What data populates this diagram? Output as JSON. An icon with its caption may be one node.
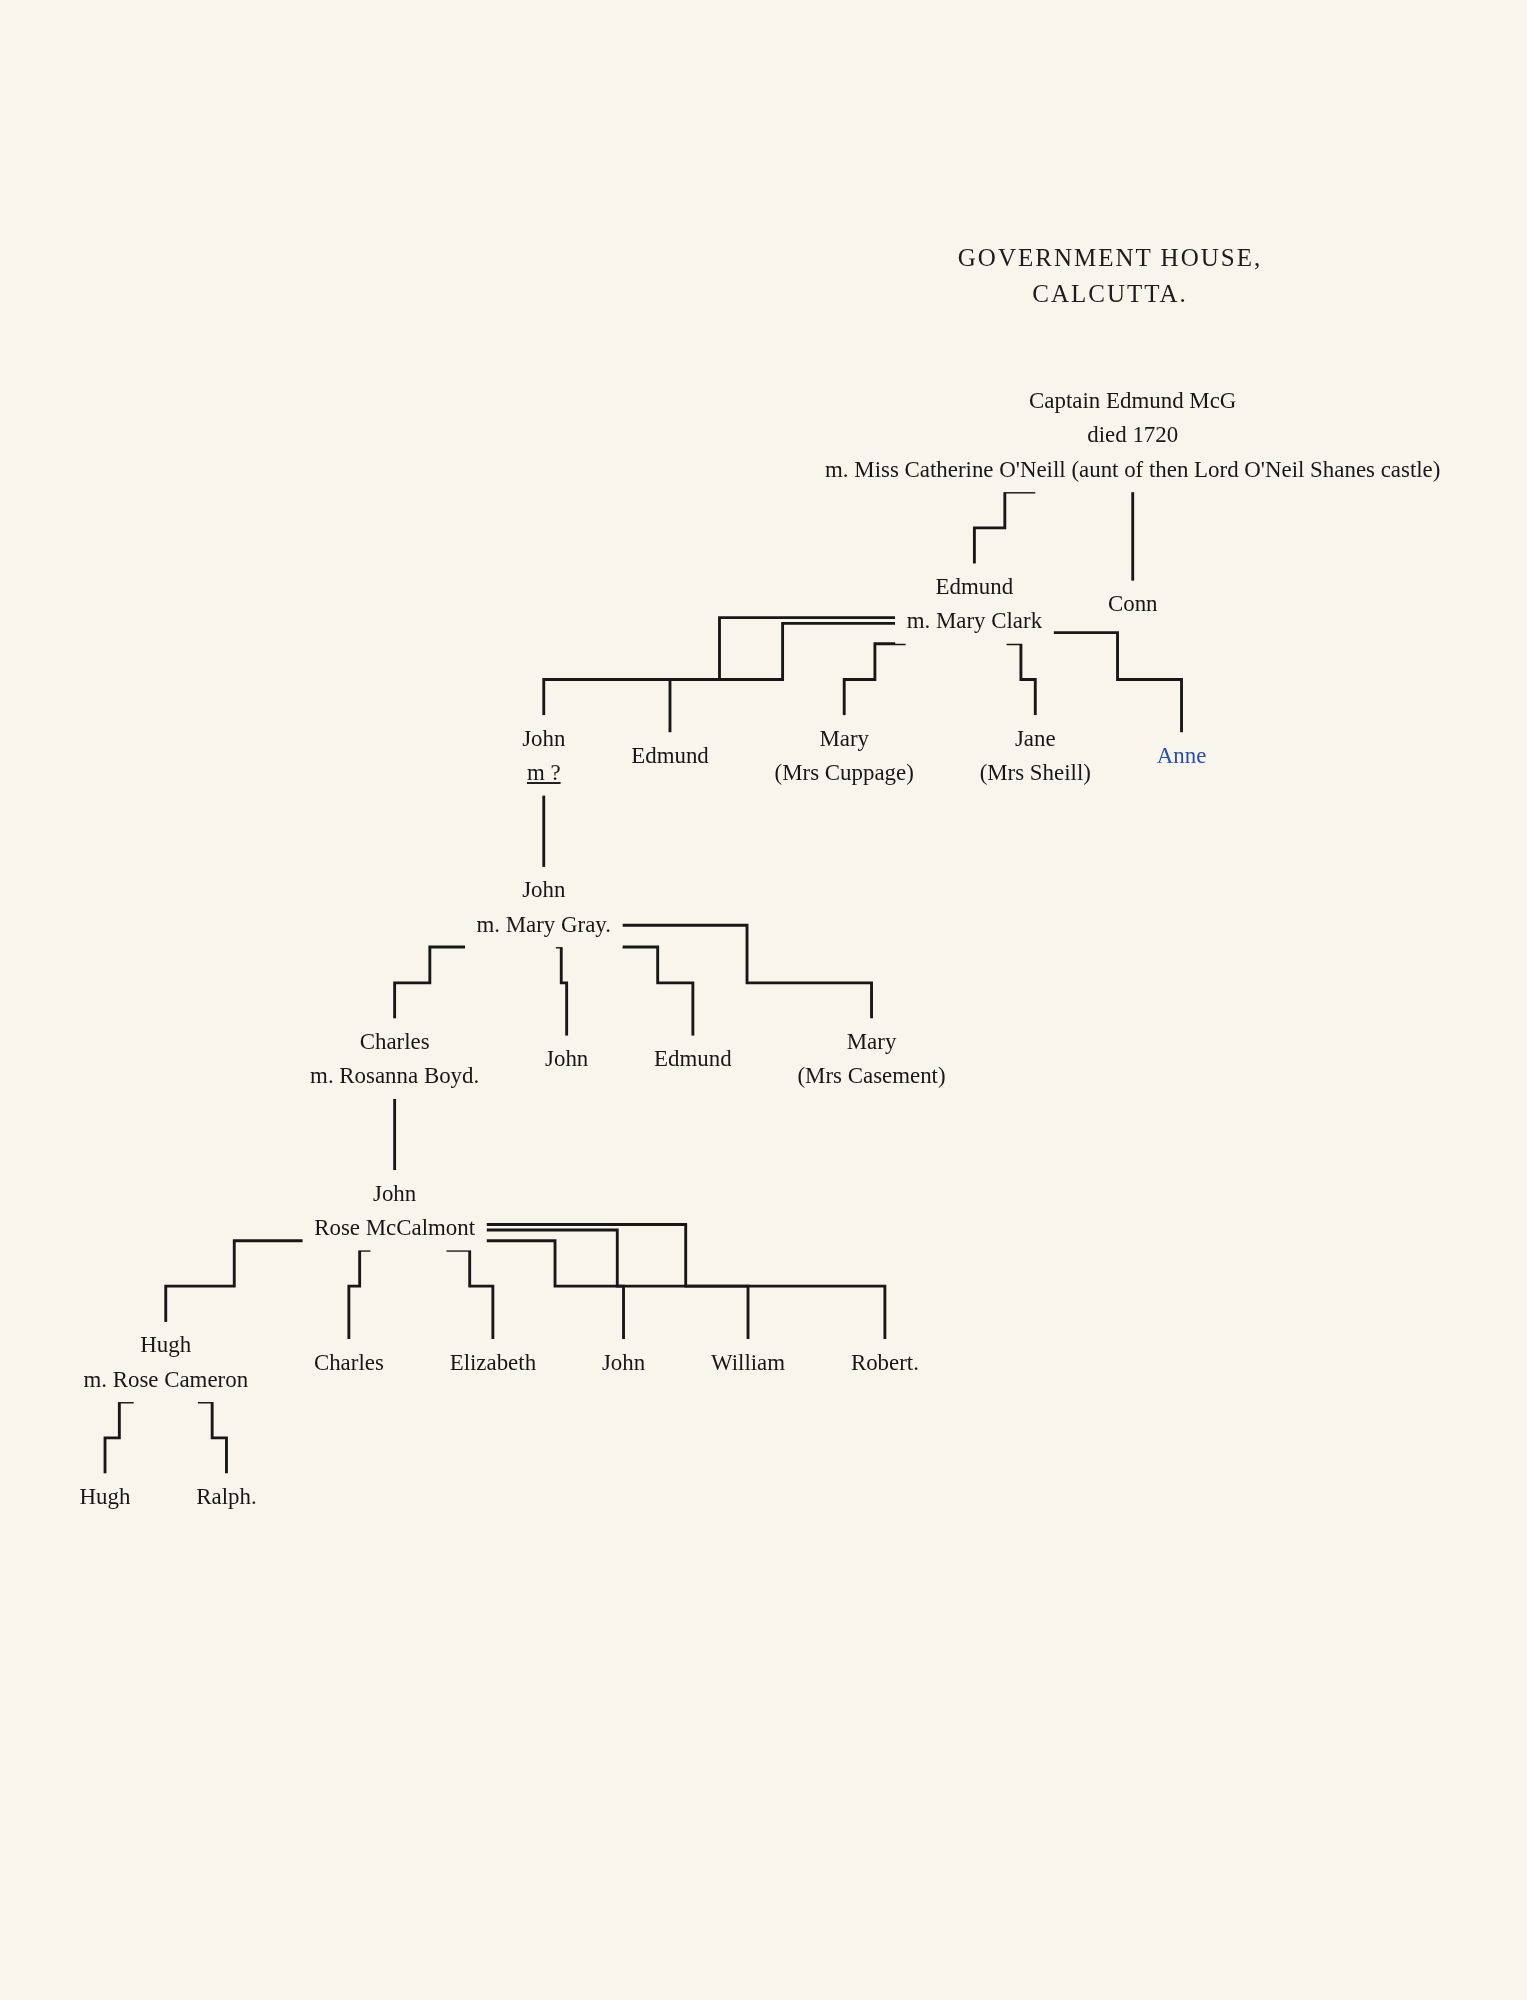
{
  "diagram": {
    "nodes": [
      {
        "text": [
          "Captain Edmund McG",
          "died 1720",
          "m. Miss Catherine O'Neill (aunt of then Lord O'Neil Shanes castle)"
        ]
      },
      {
        "text": [
          "Edmund",
          "m. Mary Clark"
        ]
      },
      {
        "text": [
          "Conn"
        ]
      },
      {
        "text": [
          "John",
          "m ?"
        ]
      },
      {
        "text": [
          "Edmund"
        ]
      },
      {
        "text": [
          "Mary",
          "(Mrs Cuppage)"
        ]
      },
      {
        "text": [
          "Jane",
          "(Mrs Sheill)"
        ]
      },
      {
        "text": [
          "Anne"
        ]
      },
      {
        "text": [
          "John",
          "m. Mary Gray."
        ]
      },
      {
        "text": [
          "Charles",
          "m. Rosanna Boyd."
        ]
      },
      {
        "text": [
          "John"
        ]
      },
      {
        "text": [
          "Edmund"
        ]
      },
      {
        "text": [
          "Mary",
          "(Mrs Casement)"
        ]
      },
      {
        "text": [
          "John",
          "Rose McCalmont"
        ]
      },
      {
        "text": [
          "Hugh",
          "m. Rose Cameron"
        ]
      },
      {
        "text": [
          "Charles"
        ]
      },
      {
        "text": [
          "Elizabeth"
        ]
      },
      {
        "text": [
          "John"
        ]
      },
      {
        "text": [
          "William"
        ]
      },
      {
        "text": [
          "Robert."
        ]
      },
      {
        "text": [
          "Hugh"
        ]
      },
      {
        "text": [
          "Ralph."
        ]
      }
    ],
    "edges": [
      {
        "from": 0,
        "to": 1,
        "arrow": "none"
      },
      {
        "from": 0,
        "to": 2,
        "arrow": "none"
      },
      {
        "from": 1,
        "to": 3,
        "arrow": "none"
      },
      {
        "from": 1,
        "to": 4,
        "arrow": "none"
      },
      {
        "from": 1,
        "to": 5,
        "arrow": "none"
      },
      {
        "from": 1,
        "to": 6,
        "arrow": "none"
      },
      {
        "from": 1,
        "to": 7,
        "arrow": "none"
      },
      {
        "from": 3,
        "to": 8,
        "arrow": "none"
      },
      {
        "from": 8,
        "to": 9,
        "arrow": "none"
      },
      {
        "from": 8,
        "to": 10,
        "arrow": "none"
      },
      {
        "from": 8,
        "to": 11,
        "arrow": "none"
      },
      {
        "from": 8,
        "to": 12,
        "arrow": "none"
      },
      {
        "from": 9,
        "to": 13,
        "arrow": "none"
      },
      {
        "from": 13,
        "to": 14,
        "arrow": "none"
      },
      {
        "from": 13,
        "to": 15,
        "arrow": "none"
      },
      {
        "from": 13,
        "to": 16,
        "arrow": "none"
      },
      {
        "from": 13,
        "to": 17,
        "arrow": "none"
      },
      {
        "from": 13,
        "to": 18,
        "arrow": "none"
      },
      {
        "from": 13,
        "to": 19,
        "arrow": "none"
      },
      {
        "from": 14,
        "to": 20,
        "arrow": "none"
      },
      {
        "from": 14,
        "to": 21,
        "arrow": "none"
      }
    ],
    "labels": [
      "GOVERNMENT HOUSE, CALCUTTA."
    ]
  }
}
